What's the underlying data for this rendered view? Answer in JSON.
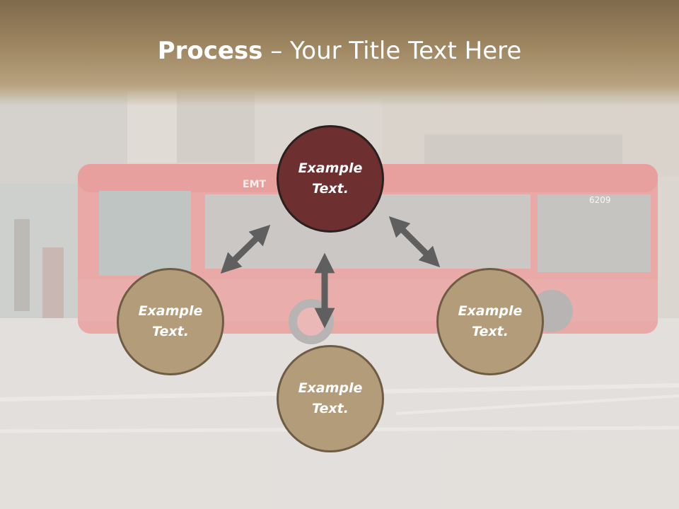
{
  "slide": {
    "title_strong": "Process",
    "title_rest": " – Your Title Text Here"
  },
  "background": {
    "bus_number": "6209",
    "bus_operator": "EMT"
  },
  "nodes": {
    "top": {
      "label": "Example Text."
    },
    "left": {
      "label": "Example Text."
    },
    "right": {
      "label": "Example Text."
    },
    "bottom": {
      "label": "Example Text."
    }
  },
  "colors": {
    "title_band": "#9f8762",
    "top_circle": "#6e2f30",
    "circle": "#b39c7a",
    "arrow": "#5f5f5f",
    "bus_red": "#e87e7c"
  }
}
